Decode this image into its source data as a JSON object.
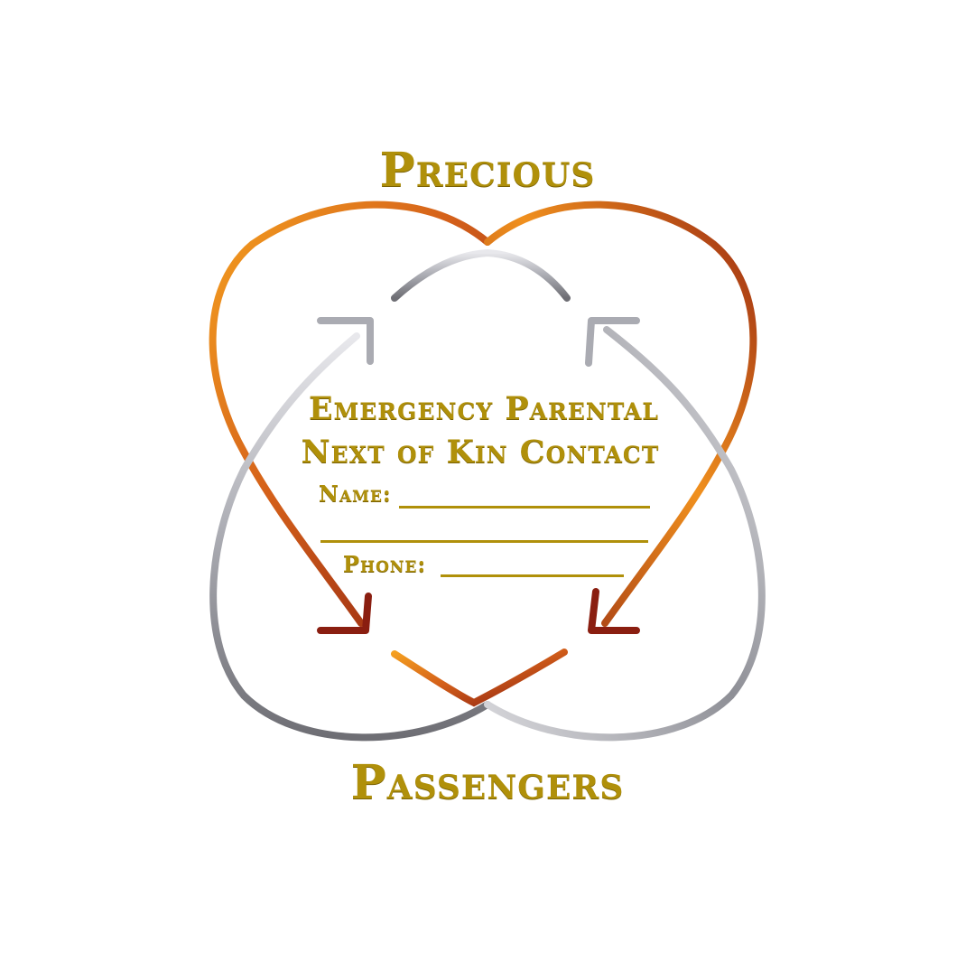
{
  "title_top": "Precious",
  "title_bottom": "Passengers",
  "heading_line1": "Emergency Parental",
  "heading_line2": "Next of Kin Contact",
  "name_label": "Name:",
  "phone_label": "Phone:",
  "colors": {
    "gold_text": "#b0900a",
    "copper_light": "#f5a020",
    "copper_mid": "#d4601a",
    "copper_dark": "#8a1e10",
    "silver_light": "#e8e8ec",
    "silver_mid": "#aaabb2",
    "silver_dark": "#6e6e74",
    "background": "#ffffff"
  },
  "icons": [
    "heart-loop-icon",
    "inverted-heart-loop-icon",
    "curved-arrow-icon"
  ]
}
